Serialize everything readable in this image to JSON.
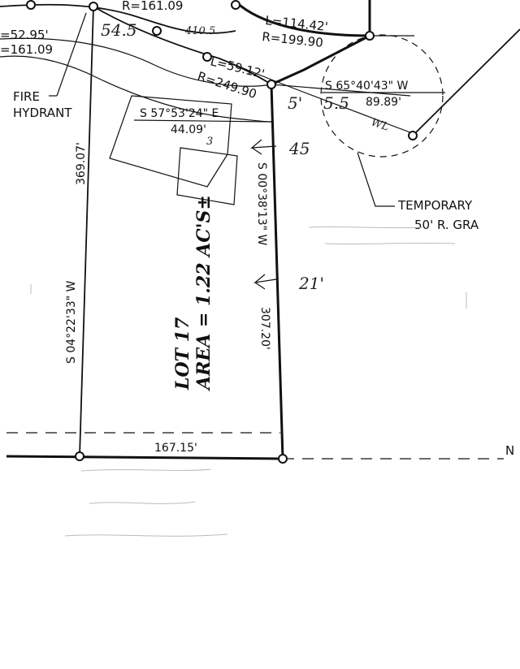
{
  "lot": {
    "title": "LOT 17",
    "area": "AREA = 1.22 AC'S±"
  },
  "curves": {
    "top_left_r": "R=161.09",
    "left_length": "=52.95'",
    "left_radius": "=161.09",
    "top_right_l": "L=114.42'",
    "top_right_r": "R=199.90",
    "mid_l": "L=59.12'",
    "mid_r": "R=249.90"
  },
  "bearings": {
    "west_line": "S 04°22'33\" W",
    "west_dist": "369.07'",
    "east_line": "S 00°38'13\" W",
    "east_dist": "307.20'",
    "south_dist": "167.15'",
    "tie_line": "S 57°53'24\" E",
    "tie_dist": "44.09'",
    "ne_line": "S 65°40'43\" W",
    "ne_dist": "89.89'"
  },
  "labels": {
    "fire_hydrant_1": "FIRE",
    "fire_hydrant_2": "HYDRANT",
    "temporary_1": "TEMPORARY",
    "temporary_2": "50' R. GRA",
    "water_line": "WL",
    "north_edge": "N"
  },
  "handwritten": {
    "h1": "54.5",
    "h2": "410.5",
    "h3": "5'",
    "h4": "5.5",
    "h5": "45",
    "h6": "21'",
    "h7": "3"
  }
}
